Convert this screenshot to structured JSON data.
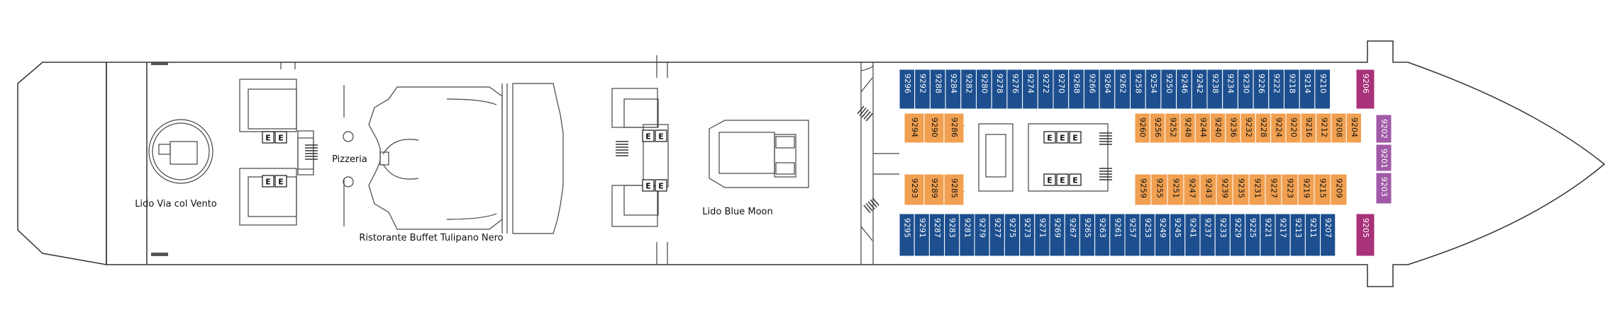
{
  "labels": {
    "lido_via": "Lido Via col Vento",
    "pizzeria": "Pizzeria",
    "buffet": "Ristorante Buffet Tulipano Nero",
    "lido_blue": "Lido Blue Moon",
    "elevator": "E"
  },
  "colors": {
    "blue": "#1d4f8f",
    "orange": "#f0a050",
    "magenta": "#a8327a",
    "purple": "#a15aa8",
    "line": "#333333"
  },
  "cabins": {
    "top_outer": [
      "9296",
      "9292",
      "9288",
      "9284",
      "9282",
      "9280",
      "9278",
      "9276",
      "9274",
      "9272",
      "9270",
      "9268",
      "9266",
      "9264",
      "9262",
      "9258",
      "9254",
      "9250",
      "9246",
      "9242",
      "9238",
      "9234",
      "9230",
      "9226",
      "9222",
      "9218",
      "9214",
      "9210"
    ],
    "bottom_outer": [
      "9295",
      "9291",
      "9287",
      "9283",
      "9281",
      "9279",
      "9277",
      "9275",
      "9273",
      "9271",
      "9269",
      "9267",
      "9265",
      "9263",
      "9261",
      "9257",
      "9253",
      "9249",
      "9245",
      "9241",
      "9237",
      "9233",
      "9229",
      "9225",
      "9221",
      "9217",
      "9213",
      "9211",
      "9207"
    ],
    "inner_top_left": [
      "9294",
      "9290",
      "9286"
    ],
    "inner_bottom_left": [
      "9293",
      "9289",
      "9285"
    ],
    "inner_top_right": [
      "9260",
      "9256",
      "9252",
      "9248",
      "9244",
      "9240",
      "9236",
      "9232",
      "9228",
      "9224",
      "9220",
      "9216",
      "9212",
      "9208",
      "9204"
    ],
    "inner_bottom_right": [
      "9259",
      "9255",
      "9251",
      "9247",
      "9243",
      "9239",
      "9235",
      "9231",
      "9227",
      "9223",
      "9219",
      "9215",
      "9209"
    ],
    "magenta": [
      "9206",
      "9205"
    ],
    "purple": [
      "9202",
      "9201",
      "9203"
    ]
  }
}
